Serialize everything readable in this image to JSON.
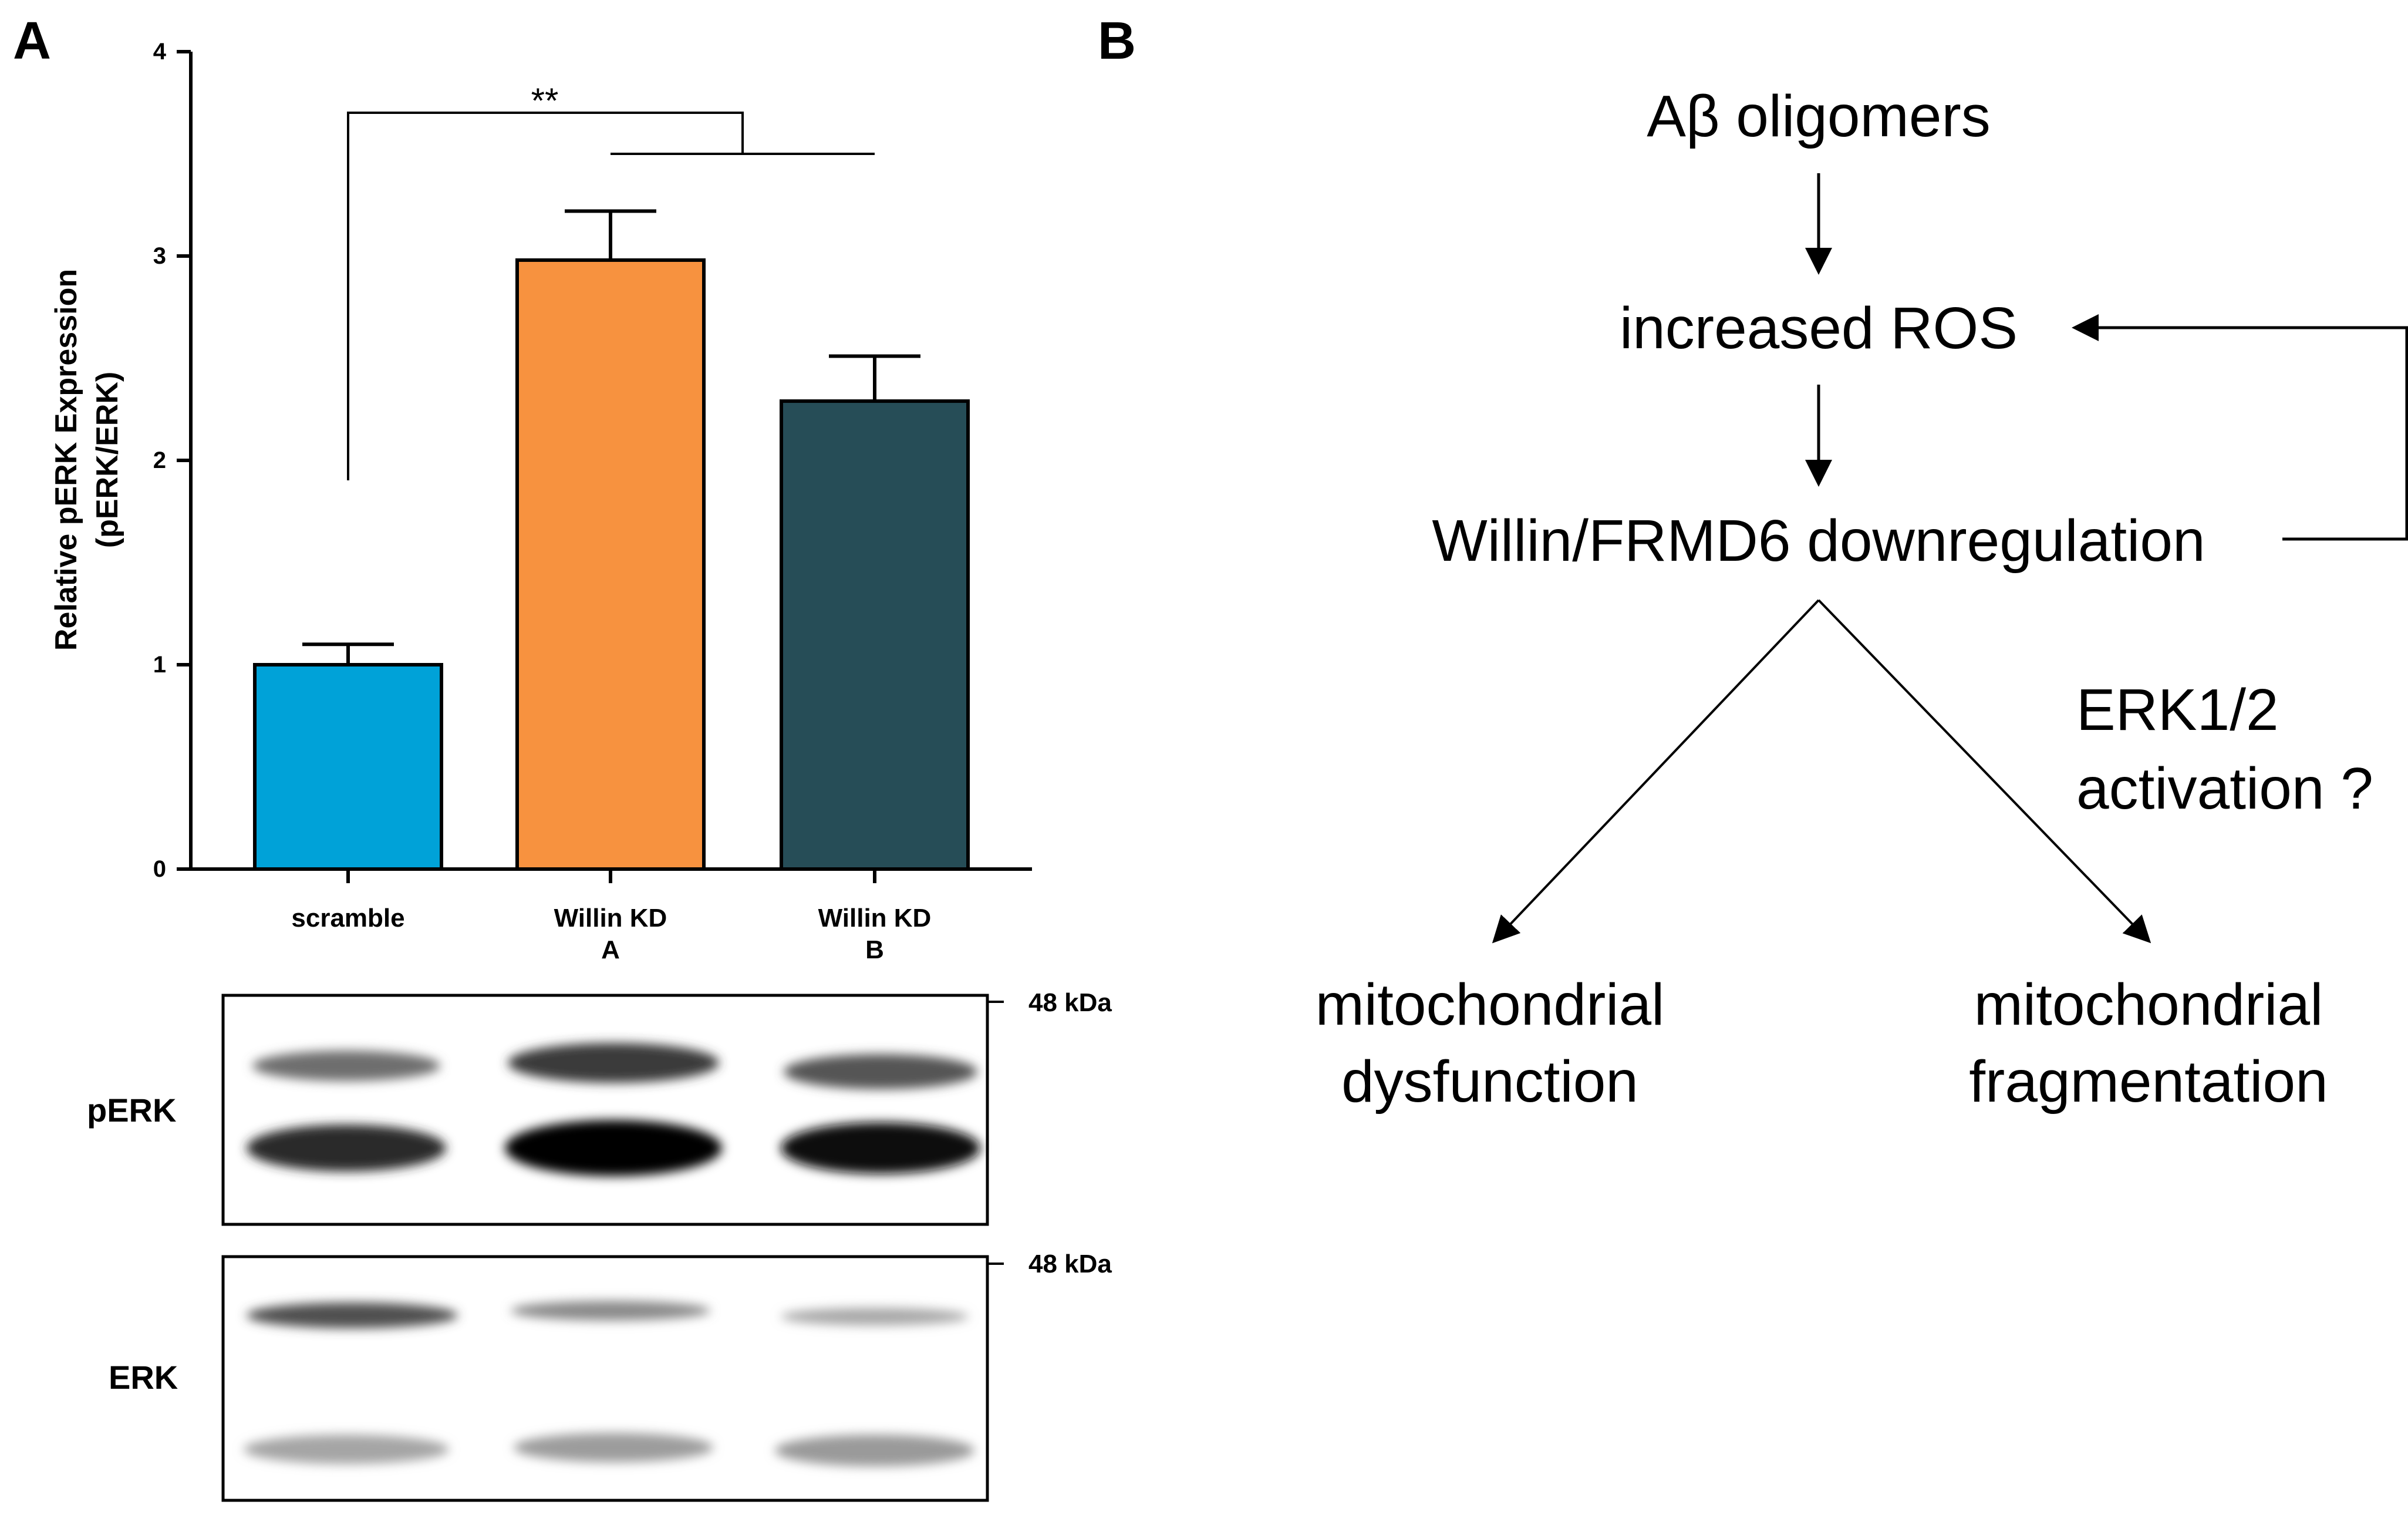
{
  "panel_a": {
    "label": "A",
    "significance": "**",
    "blot_rows": [
      {
        "label": "pERK",
        "marker": "48 kDa"
      },
      {
        "label": "ERK",
        "marker": "48 kDa"
      }
    ]
  },
  "panel_b": {
    "label": "B",
    "nodes": {
      "abeta": "Aβ oligomers",
      "ros": "increased ROS",
      "willin": "Willin/FRMD6 downregulation",
      "erk_line1": "ERK1/2",
      "erk_line2": "activation ?",
      "dysfunction_line1": "mitochondrial",
      "dysfunction_line2": "dysfunction",
      "fragmentation_line1": "mitochondrial",
      "fragmentation_line2": "fragmentation"
    }
  },
  "chart_data": {
    "type": "bar",
    "ylabel_line1": "Relative pERK Expression",
    "ylabel_line2": "(pERK/ERK)",
    "ylim": [
      0,
      4
    ],
    "yticks": [
      "0",
      "1",
      "2",
      "3",
      "4"
    ],
    "categories": [
      {
        "line1": "scramble",
        "line2": ""
      },
      {
        "line1": "Willin KD",
        "line2": "A"
      },
      {
        "line1": "Willin KD",
        "line2": "B"
      }
    ],
    "values": [
      1.0,
      2.98,
      2.29
    ],
    "errors": [
      0.1,
      0.24,
      0.22
    ],
    "colors": [
      "#00A2D8",
      "#F7923F",
      "#264D57"
    ],
    "grid": false
  }
}
